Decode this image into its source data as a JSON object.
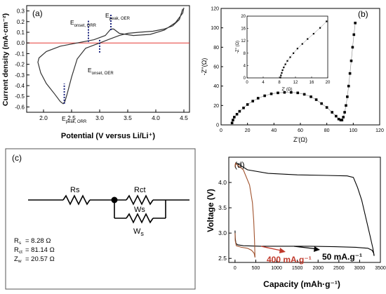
{
  "panels": {
    "a": {
      "label": "(a)",
      "xlabel": "Potential (V versus Li/Li⁺)",
      "ylabel": "Current density (mA·cm⁻²)",
      "markers": {
        "onset_orr": {
          "main": "E",
          "sub": "onset, ORR",
          "x": 2.8
        },
        "peak_oer": {
          "main": "E",
          "sub": "peak, OER",
          "x": 3.2
        },
        "onset_oer": {
          "main": "E",
          "sub": "onset, OER",
          "x": 3.0
        },
        "peak_orr": {
          "main": "E",
          "sub": "peak, ORR",
          "x": 2.37
        }
      }
    },
    "b": {
      "label": "(b)",
      "xlabel": "Z'(Ω)",
      "ylabel": "-Z''(Ω)",
      "inset_xlabel": "Z' (Ω)",
      "inset_ylabel": "-Z'' (Ω)"
    },
    "c": {
      "label": "(c)",
      "components": {
        "rs": "Rs",
        "rct": "Rct",
        "ws": "Ws",
        "ws2": "W"
      },
      "values": [
        {
          "sym": "R",
          "sub": "s",
          "val": "=  8.28 Ω"
        },
        {
          "sym": "R",
          "sub": "ct",
          "val": "= 81.14 Ω"
        },
        {
          "sym": "Z",
          "sub": "w",
          "val": "= 20.57 Ω"
        }
      ]
    },
    "d": {
      "label": "(d)",
      "xlabel": "Capacity (mAh·g⁻¹)",
      "ylabel": "Voltage (V)",
      "annotations": {
        "high_rate": "400 mA.g⁻¹",
        "low_rate": "50 mA.g⁻¹"
      },
      "colors": {
        "high_rate": "#c0392b",
        "low_rate": "#000000",
        "curve_400": "#a0522d",
        "curve_50": "#000000"
      }
    }
  },
  "chart_data": [
    {
      "panel": "a",
      "type": "line",
      "xlabel": "Potential (V versus Li/Li⁺)",
      "ylabel": "Current density (mA·cm⁻²)",
      "xlim": [
        1.7,
        4.6
      ],
      "ylim": [
        -0.65,
        0.35
      ],
      "xticks": [
        2.0,
        2.5,
        3.0,
        3.5,
        4.0,
        4.5
      ],
      "yticks": [
        -0.6,
        -0.5,
        -0.4,
        -0.3,
        -0.2,
        -0.1,
        0.0,
        0.1,
        0.2,
        0.3
      ],
      "reference_line": {
        "y": 0.0,
        "color": "#e53935"
      },
      "series": [
        {
          "values_x": [
            4.48,
            4.42,
            4.3,
            4.15,
            3.95,
            3.7,
            3.5,
            3.35,
            3.25,
            3.2,
            3.15,
            3.05,
            2.9,
            2.75,
            2.6,
            2.5,
            2.42,
            2.38,
            2.35,
            2.3,
            2.2,
            2.05,
            1.95,
            1.9,
            1.92,
            2.05,
            2.3,
            2.6,
            2.9,
            3.1,
            3.2,
            3.25,
            3.35,
            3.6,
            3.9,
            4.15,
            4.35,
            4.48,
            4.5
          ],
          "values_y": [
            0.32,
            0.22,
            0.16,
            0.13,
            0.11,
            0.1,
            0.09,
            0.07,
            0.05,
            0.04,
            0.03,
            0.01,
            -0.02,
            -0.05,
            -0.15,
            -0.32,
            -0.48,
            -0.55,
            -0.57,
            -0.55,
            -0.48,
            -0.38,
            -0.28,
            -0.18,
            -0.14,
            -0.08,
            -0.03,
            0.0,
            0.03,
            0.07,
            0.13,
            0.13,
            0.09,
            0.07,
            0.08,
            0.12,
            0.19,
            0.28,
            0.33
          ]
        }
      ]
    },
    {
      "panel": "b",
      "type": "scatter",
      "xlabel": "Z'(Ω)",
      "ylabel": "-Z''(Ω)",
      "xlim": [
        0,
        120
      ],
      "ylim": [
        0,
        120
      ],
      "xticks": [
        0,
        20,
        40,
        60,
        80,
        100,
        120
      ],
      "yticks": [
        0,
        20,
        40,
        60,
        80,
        100,
        120
      ],
      "x": [
        8.3,
        9,
        10,
        12,
        14,
        17,
        20,
        24,
        28,
        33,
        38,
        43,
        48,
        53,
        58,
        63,
        68,
        72,
        76,
        80,
        84,
        87,
        89,
        90.5,
        91.5,
        92.5,
        93.5,
        94.5,
        95.5,
        96.5,
        97.5,
        98.5,
        99.5,
        100.5,
        101.5
      ],
      "y": [
        2,
        5,
        8,
        11,
        14,
        17.5,
        21,
        24.5,
        27.5,
        30,
        32,
        33,
        33.5,
        33.5,
        33,
        31.5,
        29,
        26,
        22,
        18,
        13,
        9,
        6,
        5,
        5,
        8,
        13,
        20,
        29,
        40,
        53,
        66,
        80,
        93,
        105
      ],
      "inset": {
        "xlim": [
          0,
          20
        ],
        "ylim": [
          0,
          20
        ],
        "xticks": [
          0,
          4,
          8,
          12,
          16,
          20
        ],
        "yticks": [
          0,
          4,
          8,
          12,
          16,
          20
        ],
        "x": [
          8.28,
          8.4,
          8.6,
          8.8,
          9.1,
          9.5,
          10.0,
          10.7,
          11.5,
          12.5,
          13.7,
          15.0,
          16.5,
          18.1,
          19.7
        ],
        "y": [
          0.1,
          0.8,
          1.6,
          2.5,
          3.4,
          4.4,
          5.5,
          6.7,
          8.0,
          9.5,
          11.0,
          12.6,
          14.3,
          16.2,
          18.3
        ]
      }
    },
    {
      "panel": "d",
      "type": "line",
      "xlabel": "Capacity (mAh·g⁻¹)",
      "ylabel": "Voltage (V)",
      "xlim": [
        -150,
        3500
      ],
      "ylim": [
        2.42,
        4.5
      ],
      "xticks": [
        0,
        500,
        1000,
        1500,
        2000,
        2500,
        3000,
        3500
      ],
      "yticks": [
        2.5,
        3.0,
        3.5,
        4.0
      ],
      "series": [
        {
          "name": "50 mA.g⁻¹",
          "color": "#000000",
          "discharge": {
            "x": [
              0,
              5,
              20,
              60,
              200,
              600,
              1200,
              1800,
              2400,
              2900,
              3200,
              3300,
              3340,
              3350
            ],
            "y": [
              3.05,
              2.9,
              2.8,
              2.77,
              2.75,
              2.74,
              2.74,
              2.74,
              2.73,
              2.72,
              2.7,
              2.66,
              2.6,
              2.55
            ]
          },
          "charge": {
            "x": [
              0,
              10,
              50,
              300,
              800,
              1500,
              2200,
              2700,
              2850,
              2950,
              3050,
              3150,
              3250,
              3320,
              3350
            ],
            "y": [
              4.32,
              4.36,
              4.38,
              4.25,
              4.18,
              4.15,
              4.14,
              4.13,
              4.1,
              3.9,
              3.65,
              3.3,
              2.95,
              2.7,
              2.55
            ]
          }
        },
        {
          "name": "400 mA.g⁻¹",
          "color": "#a0522d",
          "discharge": {
            "x": [
              0,
              5,
              30,
              150,
              300,
              400,
              460,
              480
            ],
            "y": [
              3.0,
              2.85,
              2.75,
              2.72,
              2.7,
              2.66,
              2.6,
              2.52
            ]
          },
          "charge": {
            "x": [
              0,
              10,
              50,
              200,
              350,
              420,
              450,
              470,
              480
            ],
            "y": [
              4.3,
              4.38,
              4.35,
              4.25,
              3.95,
              3.6,
              3.25,
              2.85,
              2.52
            ]
          }
        }
      ]
    }
  ]
}
